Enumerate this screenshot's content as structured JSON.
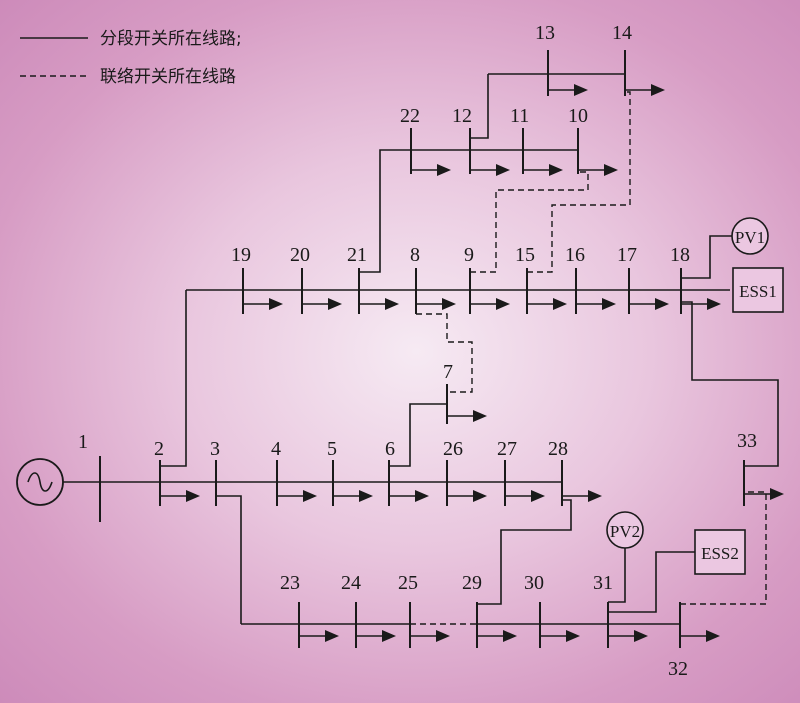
{
  "legend": {
    "solid_label": "分段开关所在线路;",
    "dashed_label": "联络开关所在线路"
  },
  "buses": [
    "1",
    "2",
    "3",
    "4",
    "5",
    "6",
    "7",
    "8",
    "9",
    "10",
    "11",
    "12",
    "13",
    "14",
    "15",
    "16",
    "17",
    "18",
    "19",
    "20",
    "21",
    "22",
    "23",
    "24",
    "25",
    "26",
    "27",
    "28",
    "29",
    "30",
    "31",
    "32",
    "33"
  ],
  "devices": {
    "pv1": "PV1",
    "pv2": "PV2",
    "ess1": "ESS1",
    "ess2": "ESS2"
  },
  "colors": {
    "line": "#1a1a1a",
    "background_center": "#f6eaf3",
    "background_edge": "#cd8bba"
  },
  "icons": {
    "source": "ac-source-icon",
    "load": "load-arrow-icon"
  }
}
